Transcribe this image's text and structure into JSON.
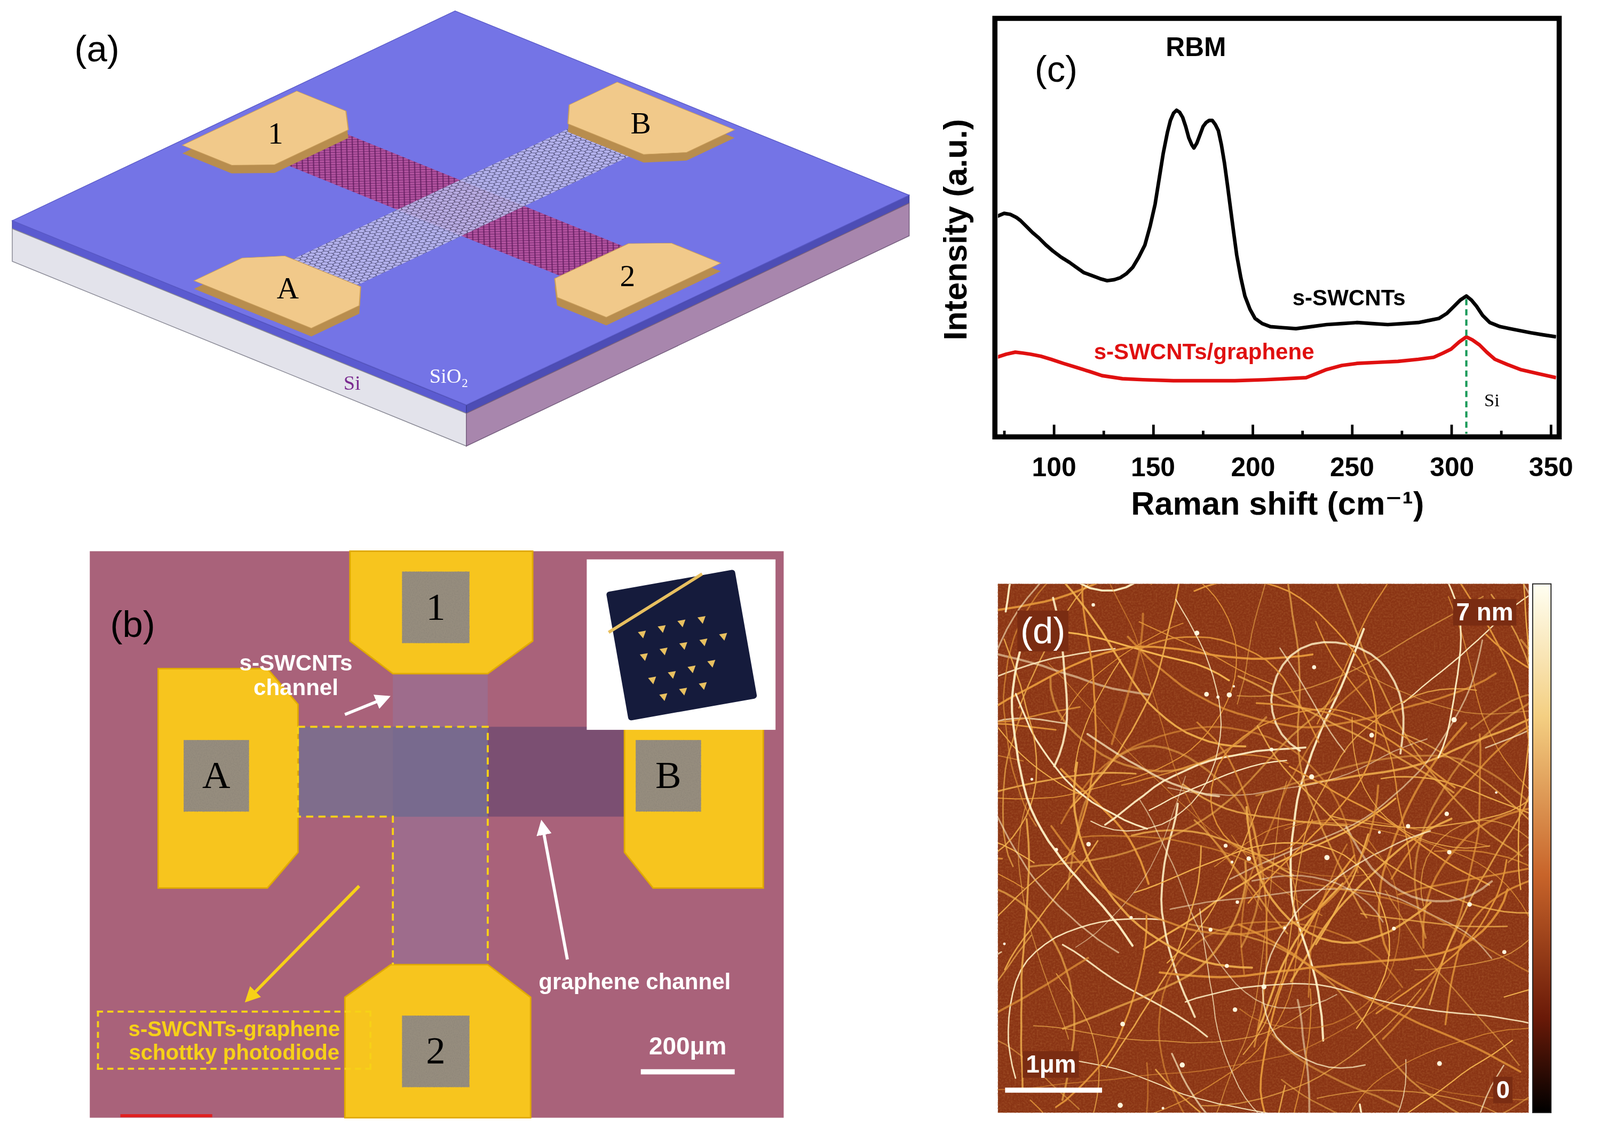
{
  "diagram": {
    "nodes": [
      {
        "text": [
          "1"
        ]
      },
      {
        "text": [
          "B"
        ]
      },
      {
        "text": [
          "A"
        ]
      },
      {
        "text": [
          "2"
        ]
      },
      {
        "text": [
          "1"
        ]
      },
      {
        "text": [
          "A"
        ]
      },
      {
        "text": [
          "B"
        ]
      },
      {
        "text": [
          "2"
        ]
      },
      {
        "text": [
          "s-SWCNTs-graphene schottky photodiode"
        ]
      }
    ],
    "labels": [
      "(a)",
      "SiO₂",
      "Si",
      "(c)",
      "RBM",
      "Intensity (a.u.)",
      "s-SWCNTs",
      "s-SWCNTs/graphene",
      "Si",
      "100",
      "150",
      "200",
      "250",
      "300",
      "350",
      "Raman shift (cm⁻¹)",
      "(b)",
      "s-SWCNTs channel",
      "graphene channel",
      "200μm",
      "(d)",
      "7 nm",
      "0",
      "1μm"
    ]
  }
}
